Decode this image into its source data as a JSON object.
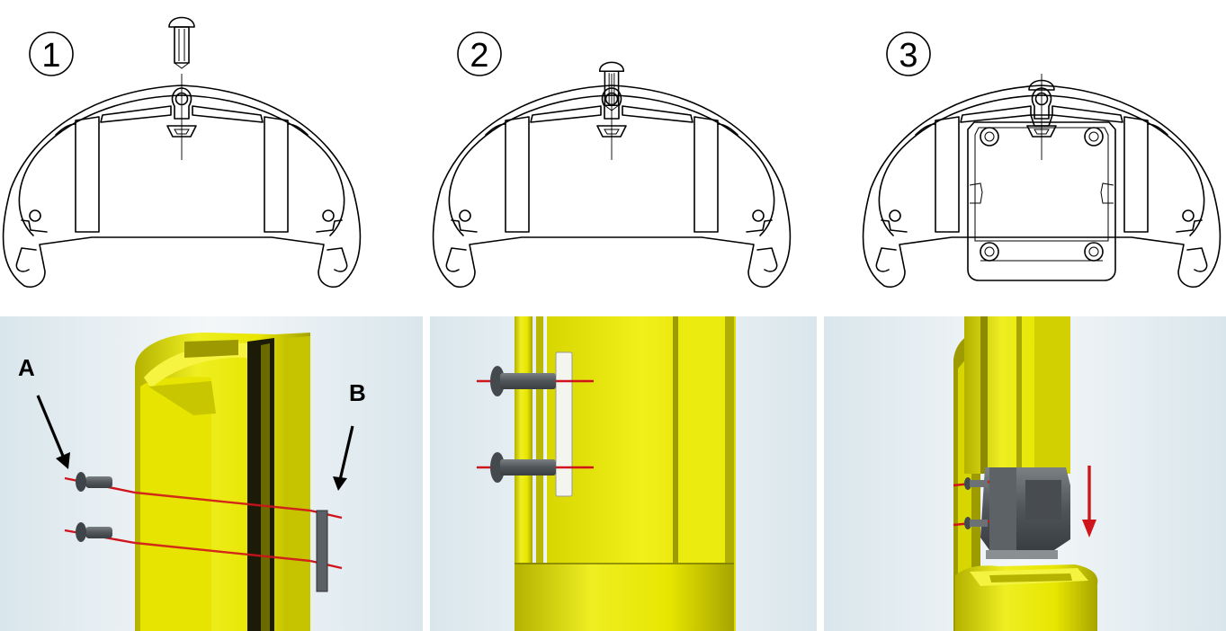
{
  "steps": [
    {
      "number": "1"
    },
    {
      "number": "2"
    },
    {
      "number": "3"
    }
  ],
  "callouts": {
    "a": "A",
    "b": "B"
  },
  "colors": {
    "profile_yellow": "#e8e600",
    "profile_shadow": "#8c8a00",
    "screw_gray": "#555a5c",
    "axis_red": "#d0141c",
    "background_gradient": "#d9e6ec"
  }
}
